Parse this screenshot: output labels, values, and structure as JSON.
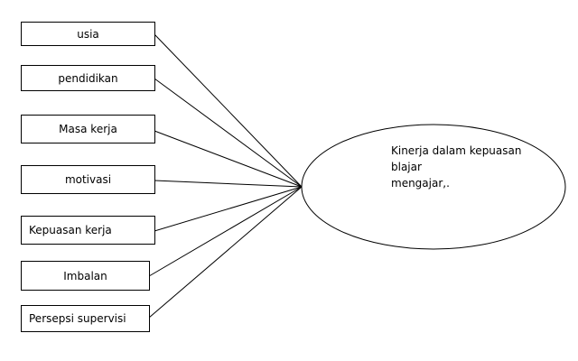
{
  "factors": [
    {
      "label": "usia"
    },
    {
      "label": "pendidikan"
    },
    {
      "label": "Masa kerja"
    },
    {
      "label": "motivasi"
    },
    {
      "label": "Kepuasan kerja"
    },
    {
      "label": "Imbalan"
    },
    {
      "label": "Persepsi supervisi"
    }
  ],
  "outcome": {
    "label": "Kinerja dalam kepuasan\nblajar\nmengajar,."
  }
}
